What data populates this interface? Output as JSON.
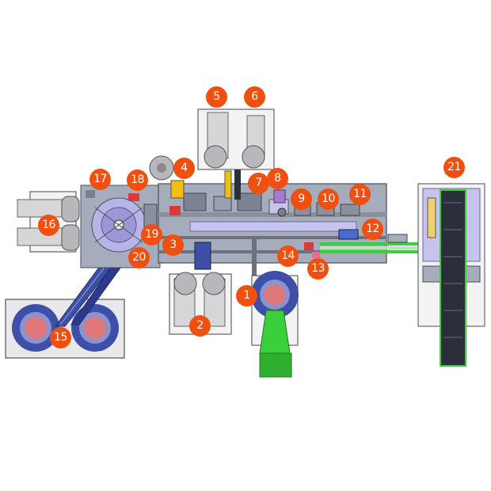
{
  "diagram": {
    "colors": {
      "frame_fill": "#a5acbb",
      "frame_stroke": "#4a4e58",
      "rail": "#6c717e",
      "panel": "#e8e8ea",
      "cylinder": "#c9c9cc",
      "disc_blue": "#3d4fa8",
      "disc_center": "#e0787a",
      "conveyor_green": "#3ccf3c",
      "lavender": "#c6c3ec",
      "dark_chain": "#2b2f3a",
      "callout": "#f04f10"
    },
    "callouts": [
      {
        "id": "1",
        "label": "1"
      },
      {
        "id": "2",
        "label": "2"
      },
      {
        "id": "3",
        "label": "3"
      },
      {
        "id": "4",
        "label": "4"
      },
      {
        "id": "5",
        "label": "5"
      },
      {
        "id": "6",
        "label": "6"
      },
      {
        "id": "7",
        "label": "7"
      },
      {
        "id": "8",
        "label": "8"
      },
      {
        "id": "9",
        "label": "9"
      },
      {
        "id": "10",
        "label": "10"
      },
      {
        "id": "11",
        "label": "11"
      },
      {
        "id": "12",
        "label": "12"
      },
      {
        "id": "13",
        "label": "13"
      },
      {
        "id": "14",
        "label": "14"
      },
      {
        "id": "15",
        "label": "15"
      },
      {
        "id": "16",
        "label": "16"
      },
      {
        "id": "17",
        "label": "17"
      },
      {
        "id": "18",
        "label": "18"
      },
      {
        "id": "19",
        "label": "19"
      },
      {
        "id": "20",
        "label": "20"
      },
      {
        "id": "21",
        "label": "21"
      }
    ]
  }
}
